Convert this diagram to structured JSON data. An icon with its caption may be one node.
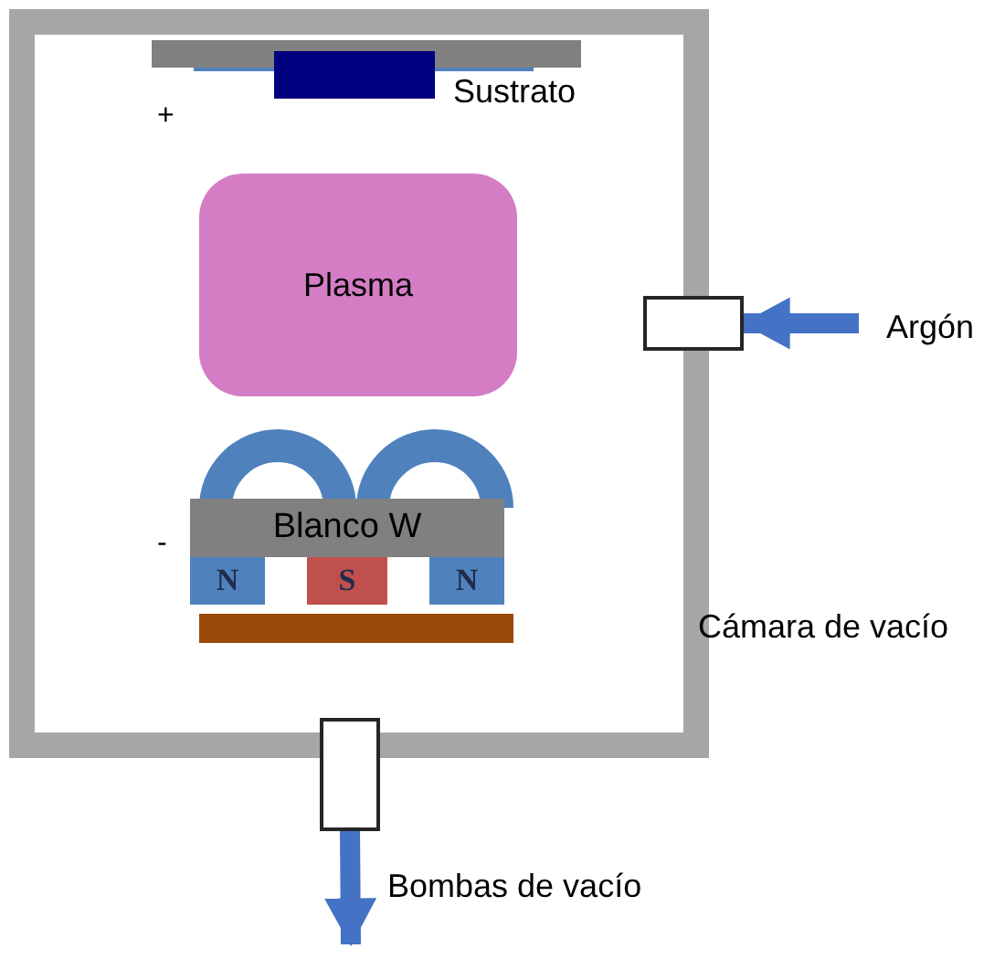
{
  "diagram": {
    "nodes": [
      {
        "text": [],
        "shape": "box",
        "beside": [
          "Cámara de vacío"
        ]
      },
      {
        "text": [],
        "shape": "box",
        "beside": [
          "Sustrato"
        ],
        "in": 0
      },
      {
        "text": [
          "Plasma"
        ],
        "in": 0
      },
      {
        "text": [
          "Blanco W"
        ],
        "in": 0
      },
      {
        "text": [
          "N"
        ],
        "in": 0
      },
      {
        "text": [
          "S"
        ],
        "in": 0
      },
      {
        "text": [
          "N"
        ],
        "in": 0
      },
      {
        "text": [],
        "shape": "box"
      },
      {
        "text": [],
        "shape": "box"
      }
    ],
    "edges": [
      {
        "from": null,
        "to": 7,
        "arrow": "to",
        "label": "Argón"
      },
      {
        "from": 8,
        "to": null,
        "arrow": "to",
        "label": "Bombas de vacío"
      }
    ],
    "labels": [
      "+",
      "-"
    ]
  }
}
